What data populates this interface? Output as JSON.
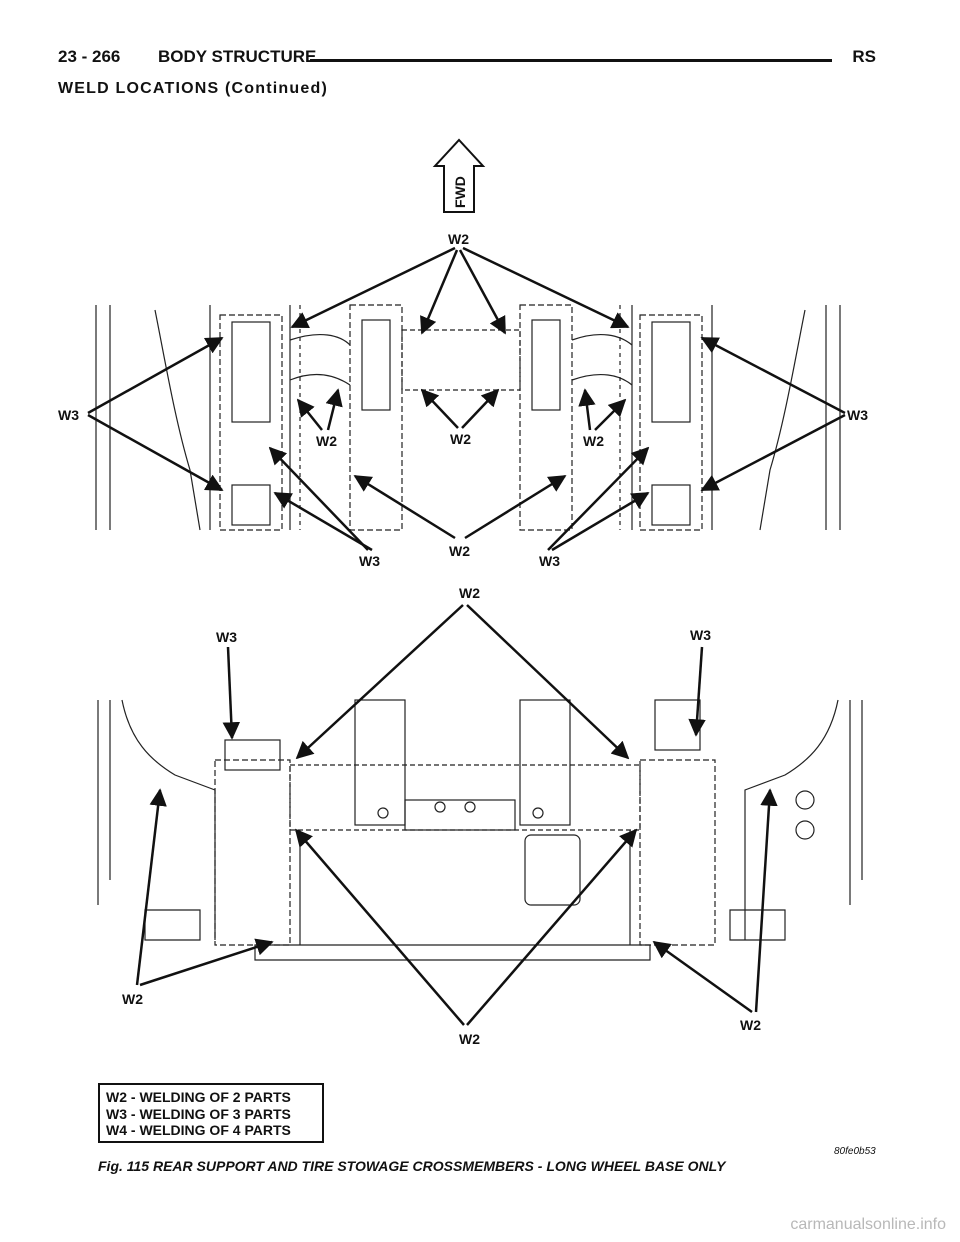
{
  "header": {
    "page_number": "23 - 266",
    "section_title": "BODY STRUCTURE",
    "model_code": "RS"
  },
  "subtitle": "WELD LOCATIONS (Continued)",
  "figure": {
    "fwd_label": "FWD",
    "top_labels": {
      "w2_top": "W2",
      "w3_left": "W3",
      "w3_right": "W3",
      "w2_left_mid": "W2",
      "w2_center_mid": "W2",
      "w2_right_mid": "W2",
      "w3_bottom_left": "W3",
      "w2_bottom_center": "W2",
      "w3_bottom_right": "W3"
    },
    "bottom_labels": {
      "w2_top": "W2",
      "w3_left": "W3",
      "w3_right": "W3",
      "w2_left": "W2",
      "w2_right": "W2",
      "w2_bottom": "W2"
    }
  },
  "legend": [
    "W2 - WELDING OF 2 PARTS",
    "W3 - WELDING OF 3 PARTS",
    "W4 - WELDING OF 4 PARTS"
  ],
  "figure_id": "80fe0b53",
  "caption": "Fig. 115 REAR SUPPORT AND TIRE STOWAGE CROSSMEMBERS - LONG WHEEL BASE ONLY",
  "watermark": "carmanualsonline.info"
}
